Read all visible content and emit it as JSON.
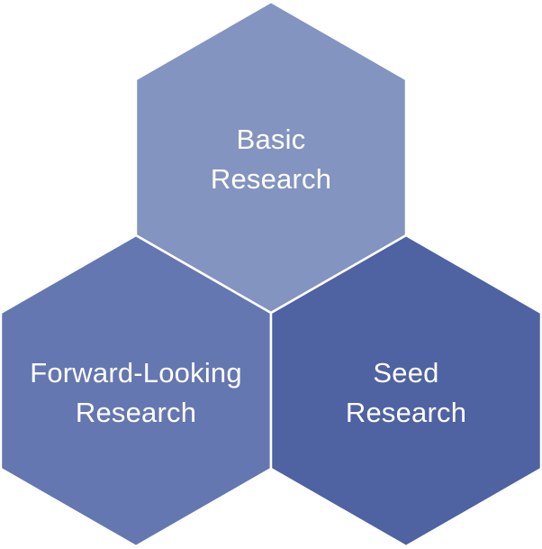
{
  "hexagons": [
    {
      "id": "basic-research",
      "lines": [
        "Basic",
        "Research"
      ],
      "color": "#8394c0"
    },
    {
      "id": "forward-looking-research",
      "lines": [
        "Forward-Looking",
        "Research"
      ],
      "color": "#6577b0"
    },
    {
      "id": "seed-research",
      "lines": [
        "Seed",
        "Research"
      ],
      "color": "#4f62a2"
    }
  ],
  "border_color": "#ffffff"
}
